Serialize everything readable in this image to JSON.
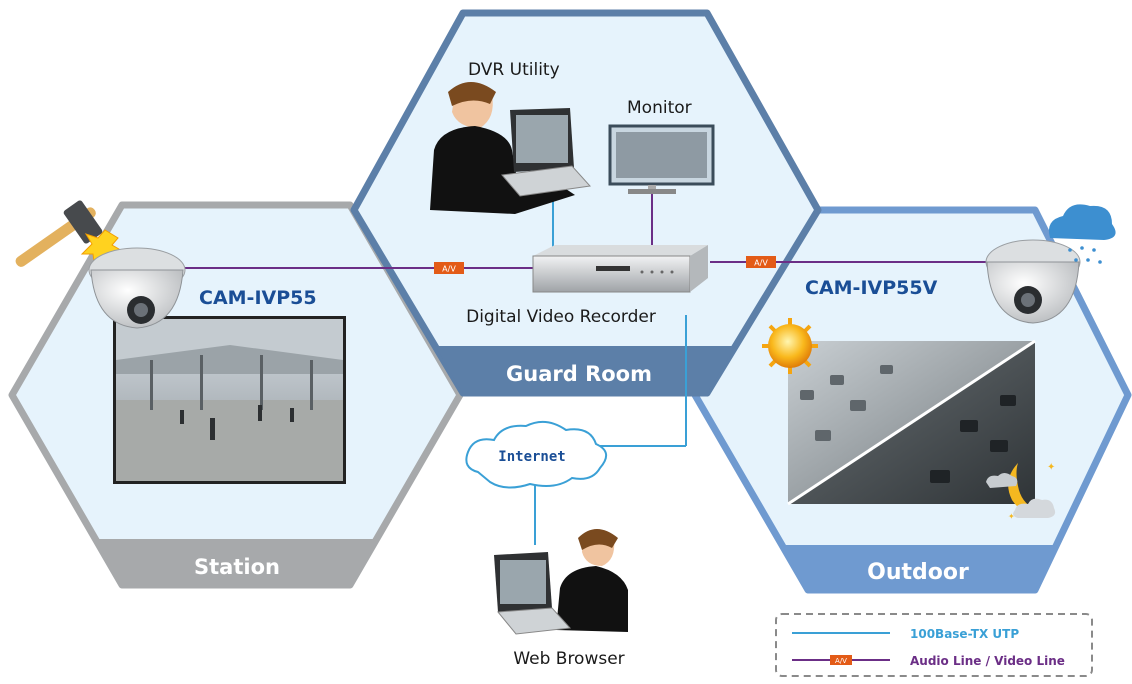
{
  "zones": {
    "guard_room": "Guard Room",
    "station": "Station",
    "outdoor": "Outdoor"
  },
  "devices": {
    "dvr_utility": "DVR Utility",
    "monitor": "Monitor",
    "dvr": "Digital Video Recorder",
    "camera_left": "CAM-IVP55",
    "camera_right": "CAM-IVP55V",
    "internet": "Internet",
    "web_browser": "Web Browser"
  },
  "av_tag": "A/V",
  "legend": {
    "utp": "100Base-TX UTP",
    "av": "Audio Line / Video Line",
    "av_tag": "A/V"
  },
  "colors": {
    "utp_line": "#3aa0d6",
    "av_line": "#6b2e86",
    "guard_border": "#5c7fa8",
    "guard_band": "#5c7fa8",
    "station_border": "#a7a9ab",
    "station_band": "#a7a9ab",
    "outdoor_border": "#6f9ad0",
    "outdoor_band": "#6f9ad0",
    "zone_fill": "#e6f3fc",
    "camera_label": "#1a4e96",
    "av_tag_fill": "#e35b17"
  }
}
